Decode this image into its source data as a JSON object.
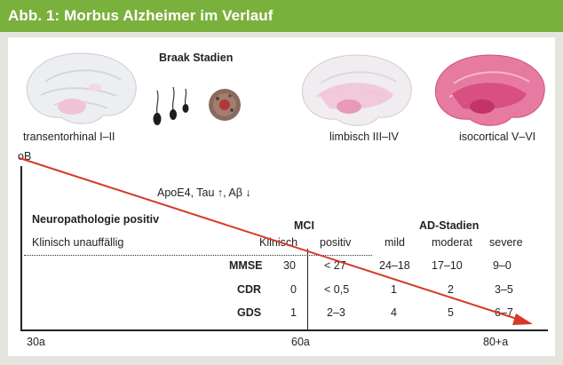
{
  "figure": {
    "title": "Abb. 1: Morbus Alzheimer im Verlauf",
    "braak_title": "Braak Stadien",
    "stages": {
      "transentorhinal": "transentorhinal I–II",
      "limbisch": "limbisch III–IV",
      "isocortical": "isocortical V–VI"
    },
    "origin_label": "oB",
    "apoe_text": "ApoE4, Tau ↑, Aβ ↓",
    "neuropath_label": "Neuropathologie positiv",
    "klinisch_label": "Klinisch unauffällig",
    "mci_label": "MCI",
    "ad_label": "AD-Stadien",
    "columns": [
      "Klinisch",
      "positiv",
      "mild",
      "moderat",
      "severe"
    ],
    "rows": [
      {
        "label": "MMSE",
        "values": [
          "30",
          "< 27",
          "24–18",
          "17–10",
          "9–0"
        ]
      },
      {
        "label": "CDR",
        "values": [
          "0",
          "< 0,5",
          "1",
          "2",
          "3–5"
        ]
      },
      {
        "label": "GDS",
        "values": [
          "1",
          "2–3",
          "4",
          "5",
          "6–7"
        ]
      }
    ],
    "age_labels": [
      "30a",
      "60a",
      "80+a"
    ],
    "colors": {
      "title_bar": "#7ab03c",
      "arrow": "#d63a25",
      "brain_mild": "#f2c3d6",
      "brain_severe": "#d94f80"
    }
  }
}
